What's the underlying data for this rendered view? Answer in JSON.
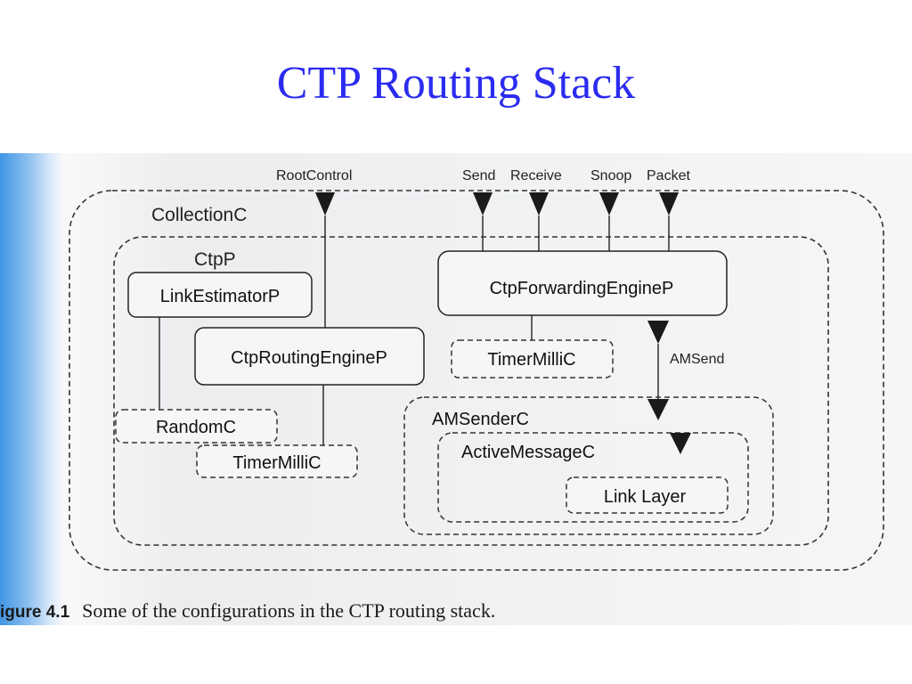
{
  "title": "CTP Routing Stack",
  "diagram": {
    "interfaces": {
      "root_control": "RootControl",
      "send": "Send",
      "receive": "Receive",
      "snoop": "Snoop",
      "packet": "Packet",
      "amsend": "AMSend"
    },
    "components": {
      "collection": "CollectionC",
      "ctp": "CtpP",
      "link_estimator": "LinkEstimatorP",
      "routing_engine": "CtpRoutingEngineP",
      "forwarding_engine": "CtpForwardingEngineP",
      "timer_forwarding": "TimerMilliC",
      "random": "RandomC",
      "timer_routing": "TimerMilliC",
      "am_sender": "AMSenderC",
      "active_message": "ActiveMessageC",
      "link_layer": "Link Layer"
    }
  },
  "caption": {
    "label": "igure 4.1",
    "text": "Some of the configurations in the CTP routing stack."
  }
}
